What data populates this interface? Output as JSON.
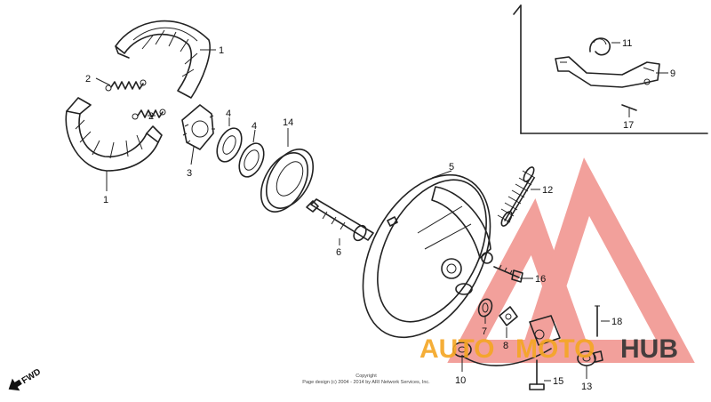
{
  "callouts": {
    "c1a": "1",
    "c1b": "1",
    "c2a": "2",
    "c2b": "2",
    "c3": "3",
    "c4a": "4",
    "c4b": "4",
    "c5": "5",
    "c6": "6",
    "c7": "7",
    "c8": "8",
    "c9": "9",
    "c10": "10",
    "c11": "11",
    "c12": "12",
    "c13": "13",
    "c14": "14",
    "c15": "15",
    "c16": "16",
    "c17": "17",
    "c18": "18"
  },
  "direction_label": "FWD",
  "copyright": {
    "line1": "Copyright",
    "line2": "Page design (c) 2004 - 2014 by ARI Network Services, Inc."
  },
  "watermark": {
    "part1": "AUTO",
    "part2": "MOTO",
    "part3": "HUB",
    "color_orange": "#f5a623",
    "color_dark": "#333333",
    "color_red": "#e8534a"
  }
}
